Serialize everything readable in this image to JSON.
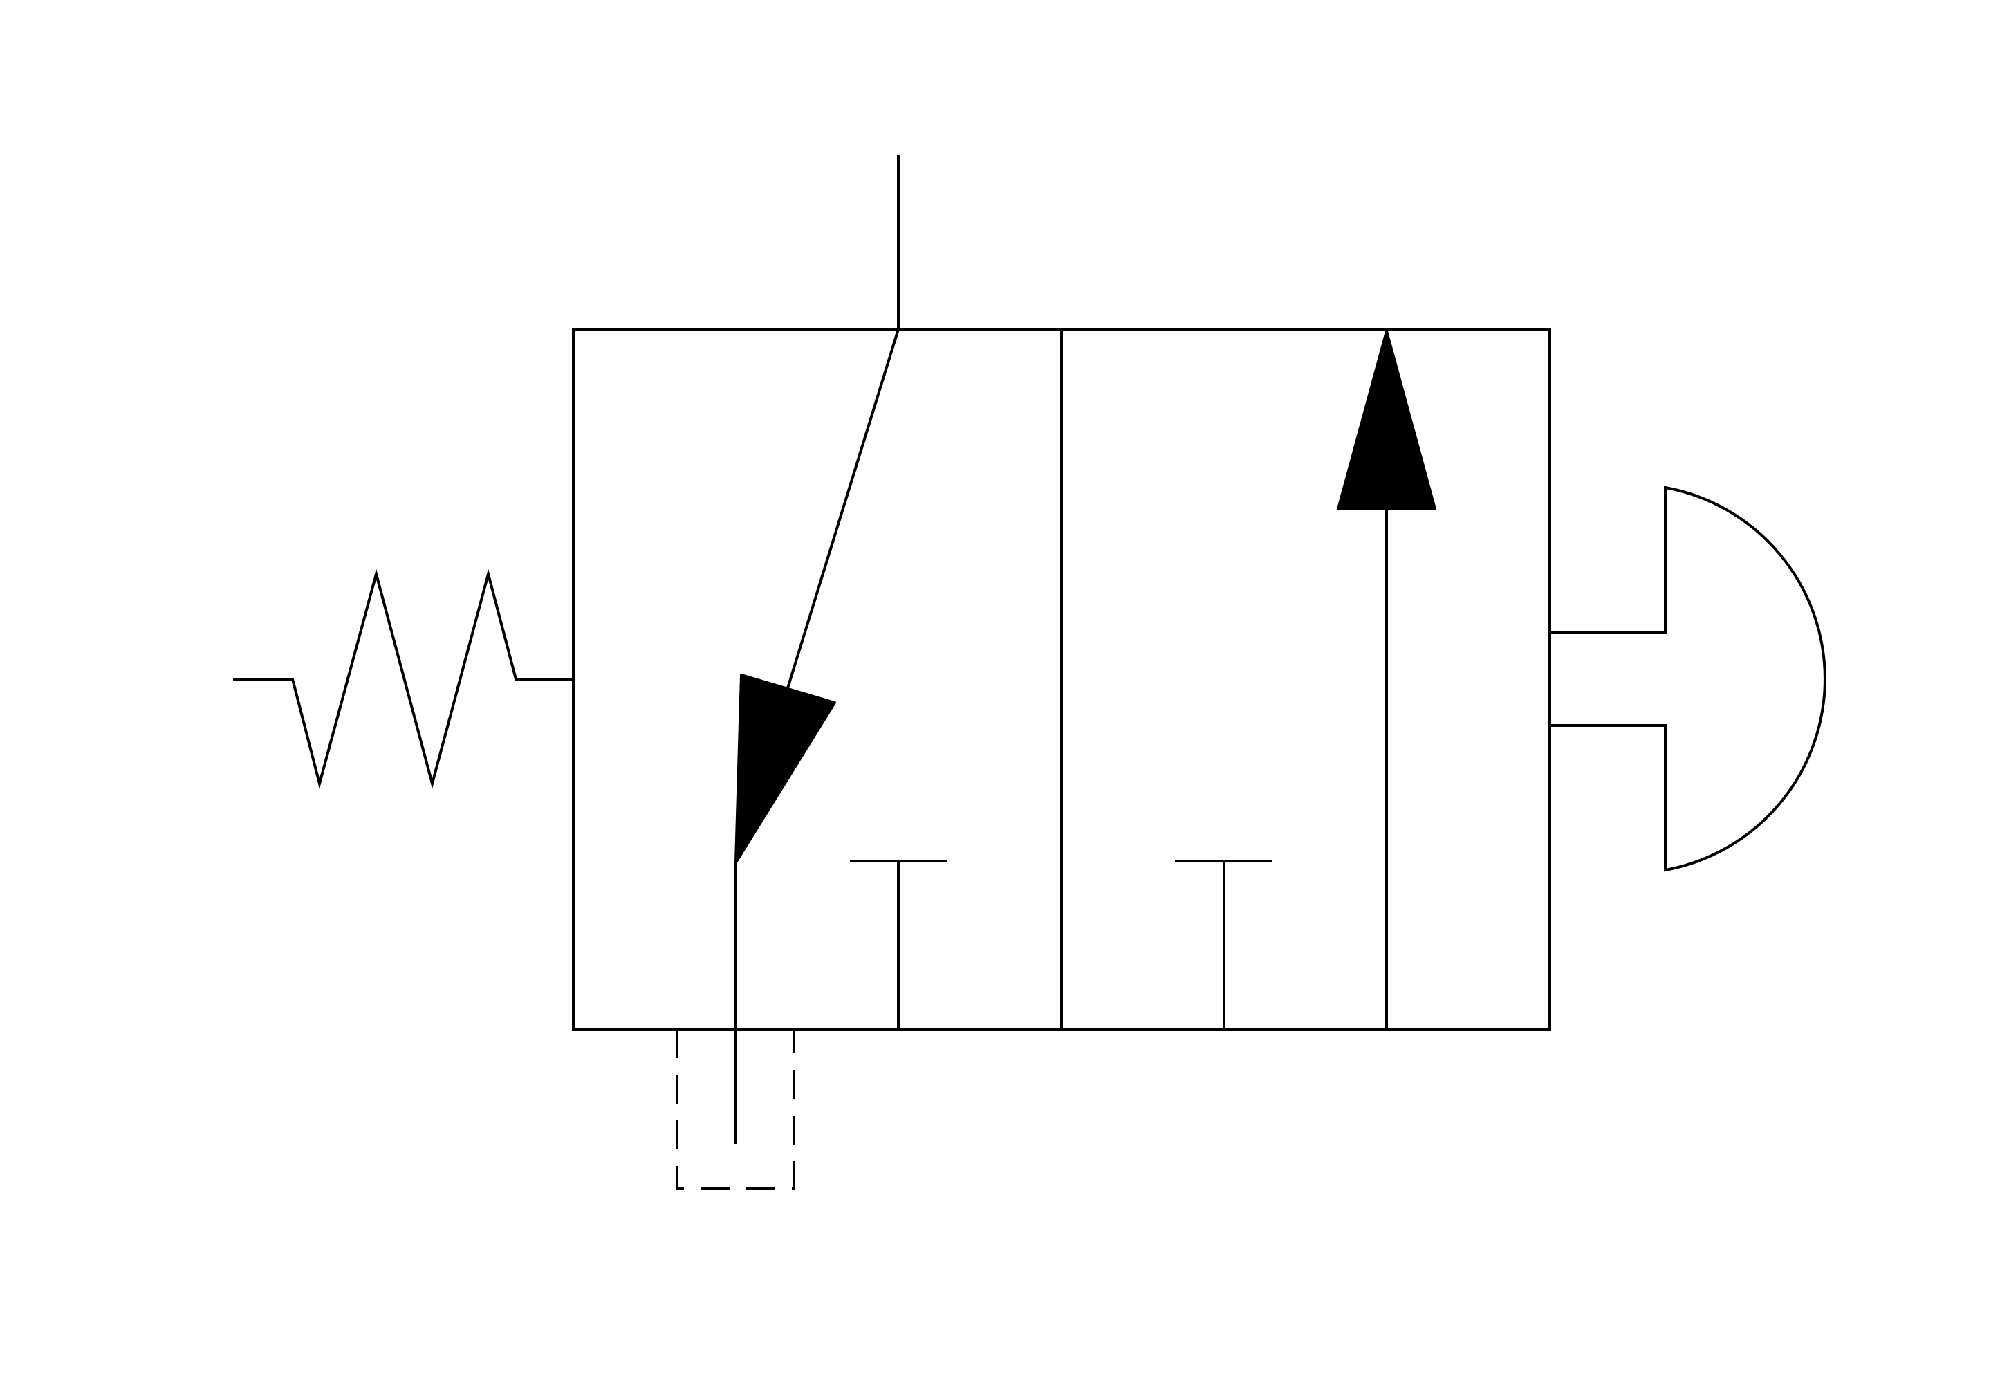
{
  "diagram": {
    "kind": "pneumatic-directional-control-valve-symbol",
    "valve_positions": 2,
    "actuators": {
      "left": "spring-return",
      "right": "push-button"
    },
    "exhaust_port": "silencer-enclosure",
    "colors": {
      "line": "#000000",
      "background": "#ffffff"
    }
  }
}
